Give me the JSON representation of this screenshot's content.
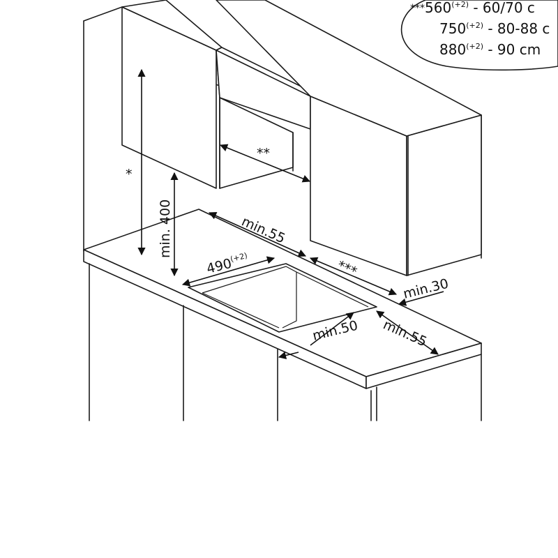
{
  "legend": {
    "line1": {
      "marker": "***",
      "value": "560",
      "tolerance": "(+2)",
      "range": " - 60/70 c"
    },
    "line2": {
      "value": "750",
      "tolerance": "(+2)",
      "range": " - 80-88 c"
    },
    "line3": {
      "value": "880",
      "tolerance": "(+2)",
      "range": " - 90 cm"
    }
  },
  "dimensions": {
    "star1": "*",
    "star2": "**",
    "star3": "***",
    "min400": "min. 400",
    "min55_back": "min.55",
    "cutout_width": "490",
    "cutout_tolerance": "(+2)",
    "min30": "min.30",
    "min50": "min.50",
    "min55_side": "min.55"
  }
}
